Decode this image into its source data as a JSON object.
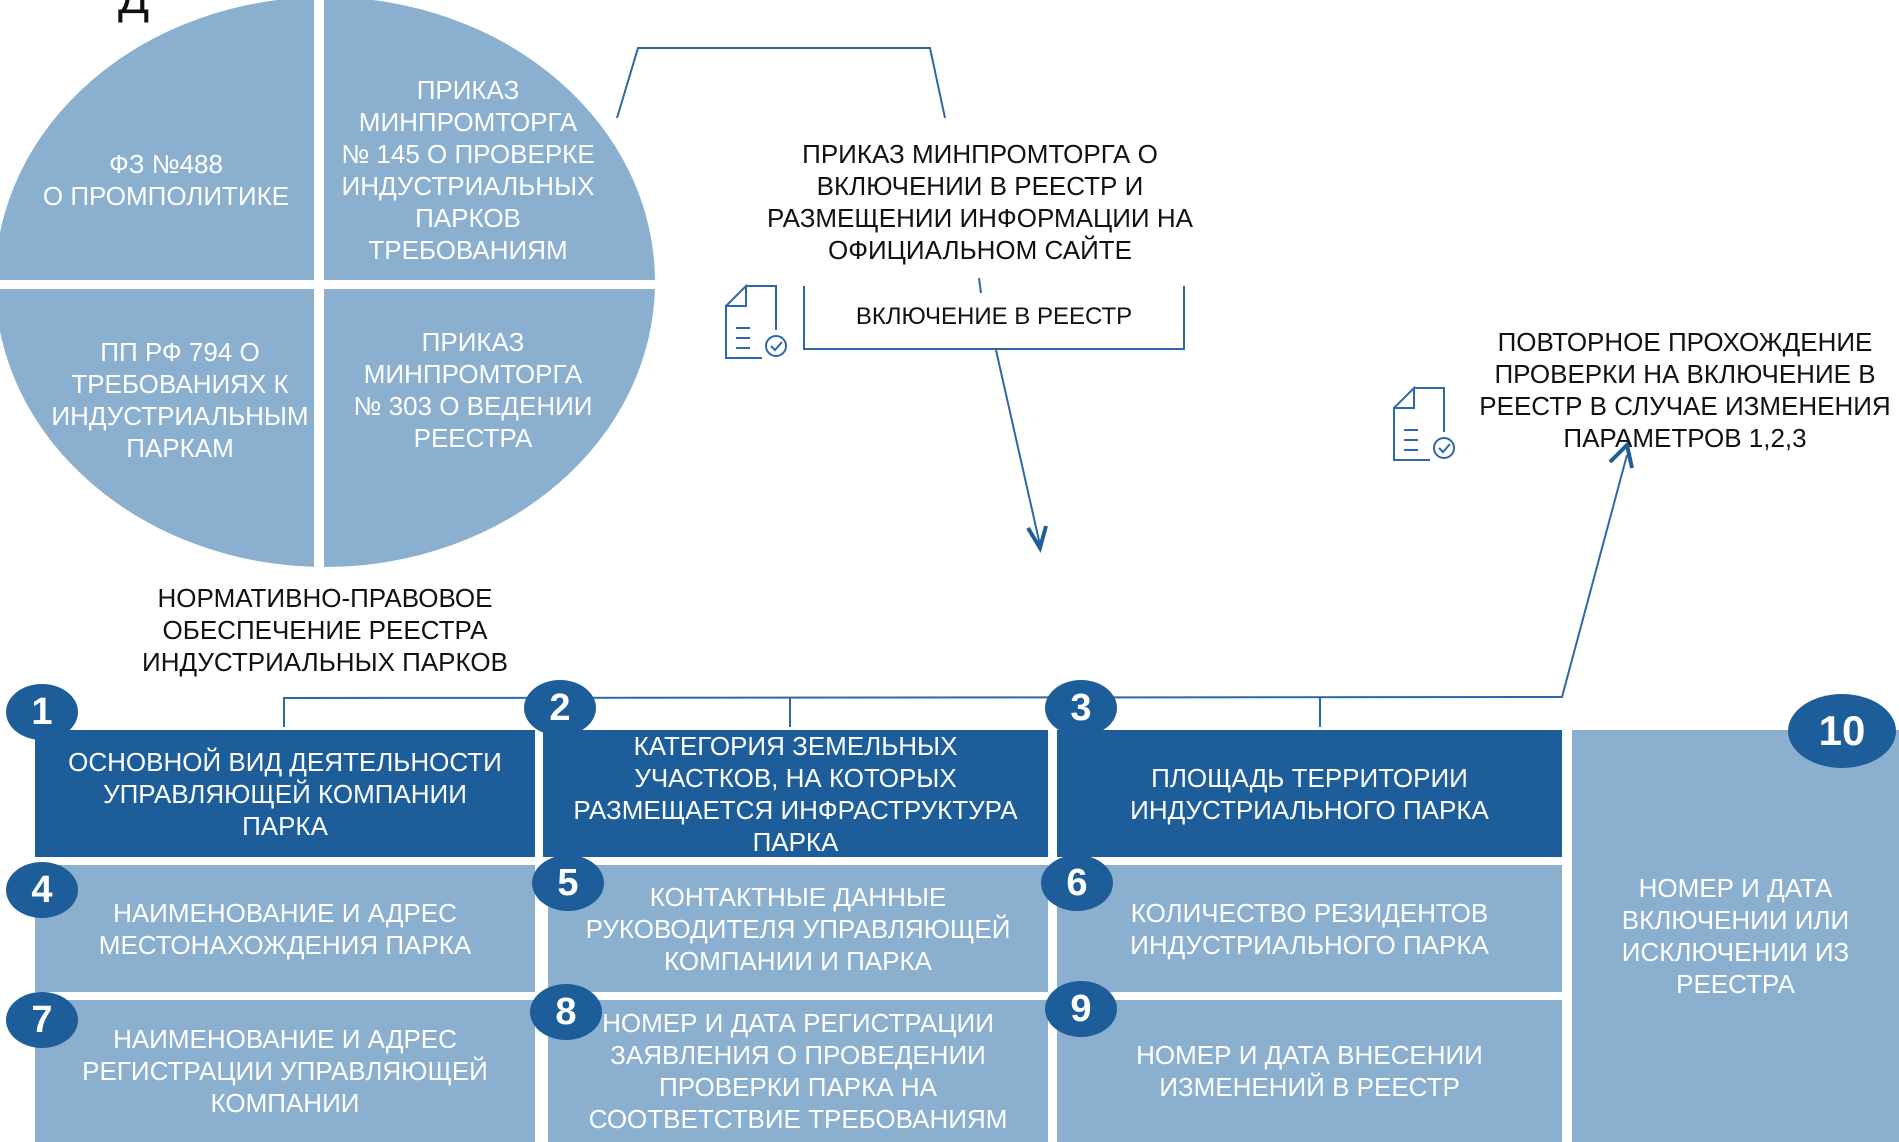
{
  "title_fragment": "Д",
  "ellipse": {
    "q1": "ФЗ №488\nО ПРОМПОЛИТИКЕ",
    "q2": "ПРИКАЗ\nМИНПРОМТОРГА\n№ 145 О ПРОВЕРКЕ\nИНДУСТРИАЛЬНЫХ\nПАРКОВ\nТРЕБОВАНИЯМ",
    "q3": "ПП РФ 794 О\nТРЕБОВАНИЯХ К\nИНДУСТРИАЛЬНЫМ\nПАРКАМ",
    "q4": "ПРИКАЗ\nМИНПРОМТОРГА\n№ 303 О ВЕДЕНИИ\nРЕЕСТРА"
  },
  "legal_caption": "НОРМАТИВНО-ПРАВОВОЕ\nОБЕСПЕЧЕНИЕ РЕЕСТРА\nИНДУСТРИАЛЬНЫХ ПАРКОВ",
  "order_text": "ПРИКАЗ МИНПРОМТОРГА О\nВКЛЮЧЕНИИ В РЕЕСТР И\nРАЗМЕЩЕНИИ ИНФОРМАЦИИ НА\nОФИЦИАЛЬНОМ САЙТЕ",
  "inclusion_box": "ВКЛЮЧЕНИЕ В РЕЕСТР",
  "repeat_text": "ПОВТОРНОЕ ПРОХОЖДЕНИЕ\nПРОВЕРКИ НА ВКЛЮЧЕНИЕ В\nРЕЕСТР В СЛУЧАЕ ИЗМЕНЕНИЯ\nПАРАМЕТРОВ 1,2,3",
  "items": [
    {
      "num": "1",
      "text": "ОСНОВНОЙ ВИД ДЕЯТЕЛЬНОСТИ\nУПРАВЛЯЮЩЕЙ КОМПАНИИ\nПАРКА"
    },
    {
      "num": "2",
      "text": "КАТЕГОРИЯ ЗЕМЕЛЬНЫХ\nУЧАСТКОВ, НА КОТОРЫХ\nРАЗМЕЩАЕТСЯ ИНФРАСТРУКТУРА\nПАРКА"
    },
    {
      "num": "3",
      "text": "ПЛОЩАДЬ ТЕРРИТОРИИ\nИНДУСТРИАЛЬНОГО ПАРКА"
    },
    {
      "num": "4",
      "text": "НАИМЕНОВАНИЕ И АДРЕС\nМЕСТОНАХОЖДЕНИЯ ПАРКА"
    },
    {
      "num": "5",
      "text": "КОНТАКТНЫЕ ДАННЫЕ\nРУКОВОДИТЕЛЯ УПРАВЛЯЮЩЕЙ\nКОМПАНИИ И ПАРКА"
    },
    {
      "num": "6",
      "text": "КОЛИЧЕСТВО РЕЗИДЕНТОВ\nИНДУСТРИАЛЬНОГО ПАРКА"
    },
    {
      "num": "7",
      "text": "НАИМЕНОВАНИЕ И АДРЕС\nРЕГИСТРАЦИИ УПРАВЛЯЮЩЕЙ\nКОМПАНИИ"
    },
    {
      "num": "8",
      "text": "НОМЕР И ДАТА РЕГИСТРАЦИИ\nЗАЯВЛЕНИЯ О ПРОВЕДЕНИИ\nПРОВЕРКИ ПАРКА НА\nСООТВЕТСТВИЕ ТРЕБОВАНИЯМ"
    },
    {
      "num": "9",
      "text": "НОМЕР И ДАТА ВНЕСЕНИИ\nИЗМЕНЕНИЙ В РЕЕСТР"
    },
    {
      "num": "10",
      "text": "НОМЕР И ДАТА\nВКЛЮЧЕНИИ ИЛИ\nИСКЛЮЧЕНИИ ИЗ\nРЕЕСТРА"
    }
  ],
  "colors": {
    "dark_blue": "#1d5d9a",
    "light_blue": "#8aafcf",
    "line_blue": "#2e67a8"
  }
}
